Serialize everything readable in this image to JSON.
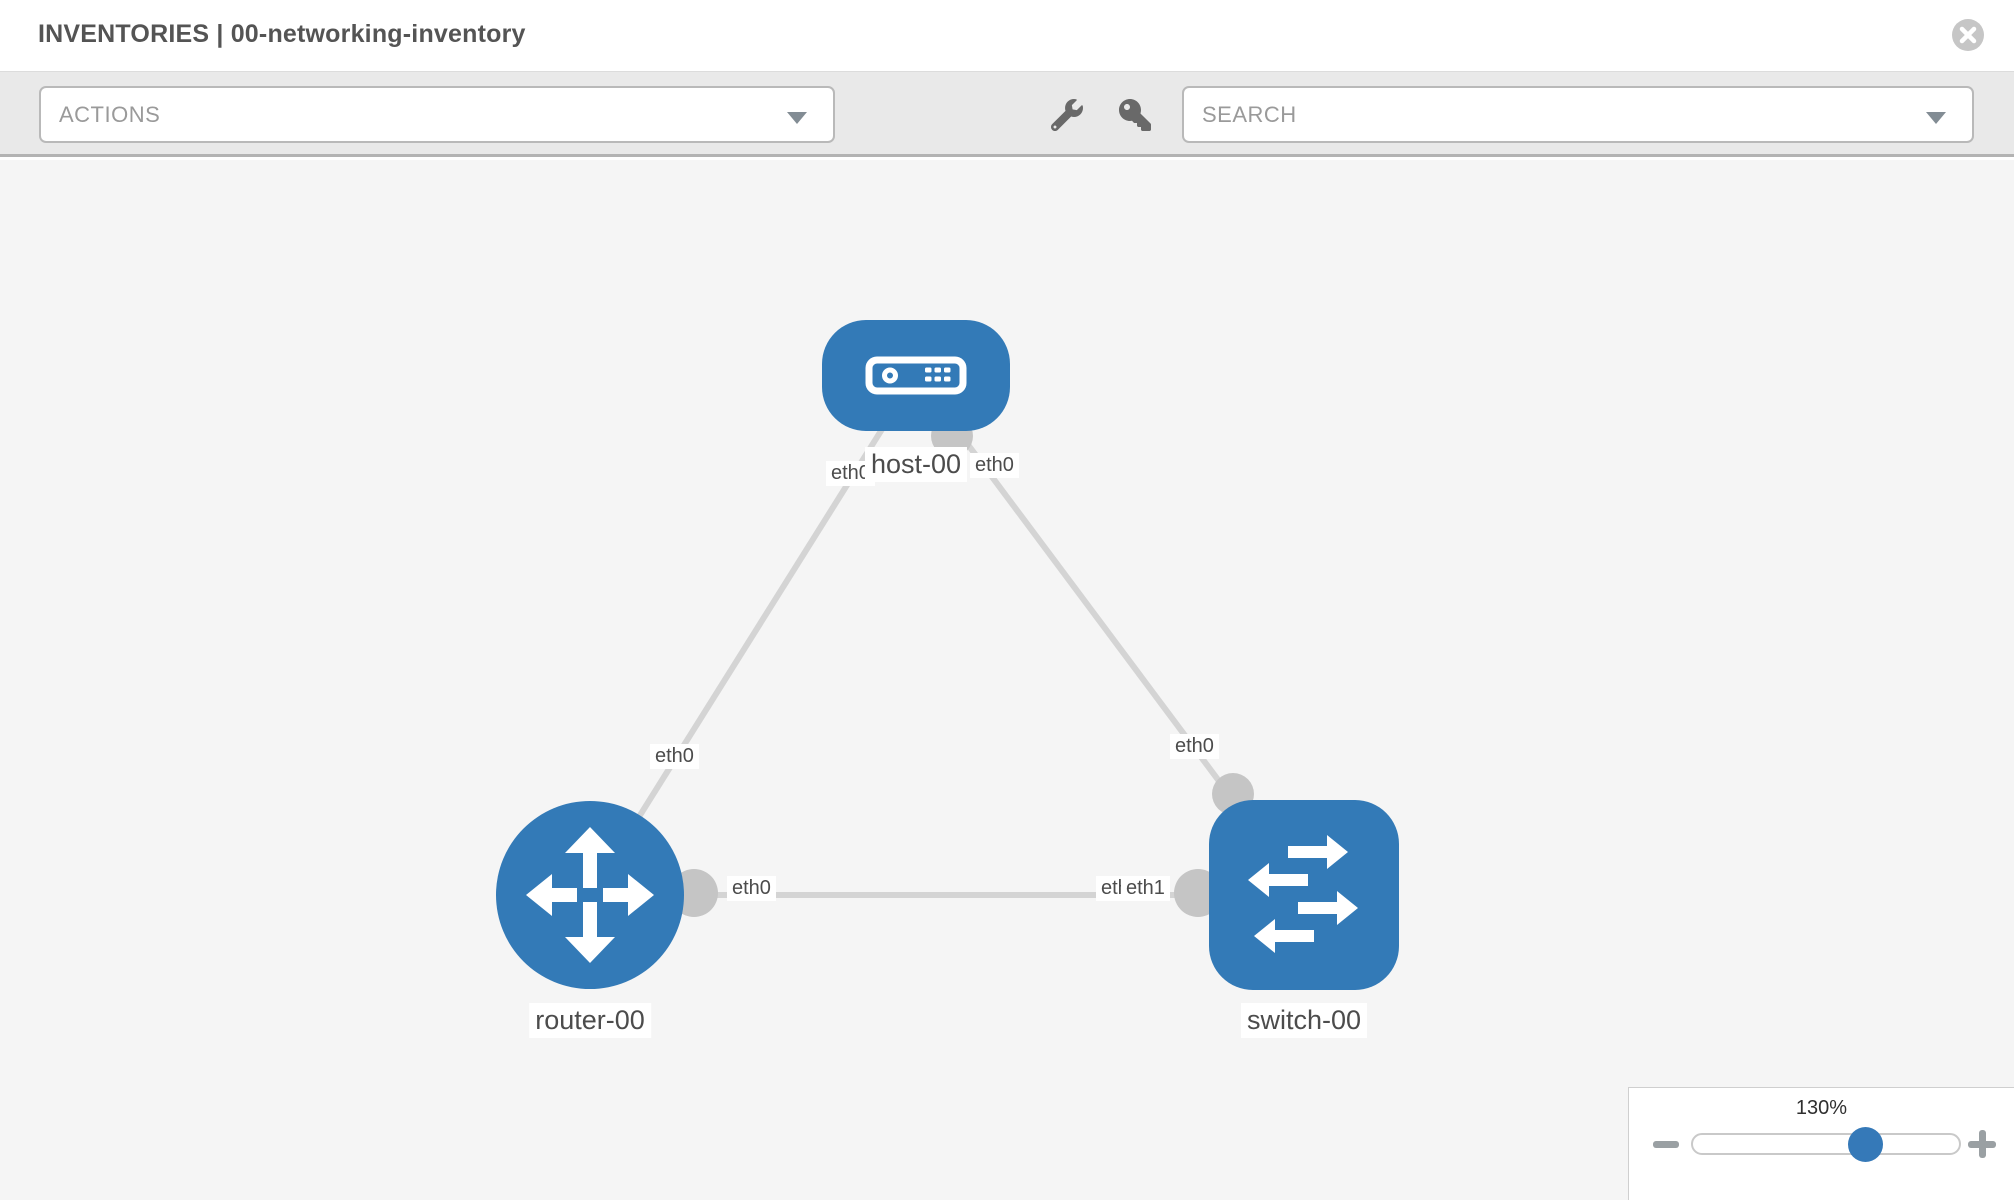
{
  "header": {
    "title": "INVENTORIES | 00-networking-inventory"
  },
  "toolbar": {
    "actions_label": "ACTIONS",
    "search_label": "SEARCH"
  },
  "topology": {
    "nodes": [
      {
        "id": "host-00",
        "type": "host",
        "label": "host-00"
      },
      {
        "id": "router-00",
        "type": "router",
        "label": "router-00"
      },
      {
        "id": "switch-00",
        "type": "switch",
        "label": "switch-00"
      }
    ],
    "links": [
      {
        "source": "host-00",
        "target": "router-00",
        "source_interface": "eth0",
        "target_interface": "eth0"
      },
      {
        "source": "host-00",
        "target": "switch-00",
        "source_interface": "eth0",
        "target_interface": "eth0"
      },
      {
        "source": "router-00",
        "target": "switch-00",
        "source_interface": "eth0",
        "target_interface": "eth1",
        "target_interface_overlap": "eth1"
      }
    ]
  },
  "zoom_control": {
    "level": "130%"
  },
  "colors": {
    "node_blue": "#337ab7",
    "port_gray": "#c5c5c5",
    "link_gray": "#d4d4d4",
    "canvas_bg": "#f5f5f5",
    "toolbar_bg": "#e9e9e9"
  }
}
